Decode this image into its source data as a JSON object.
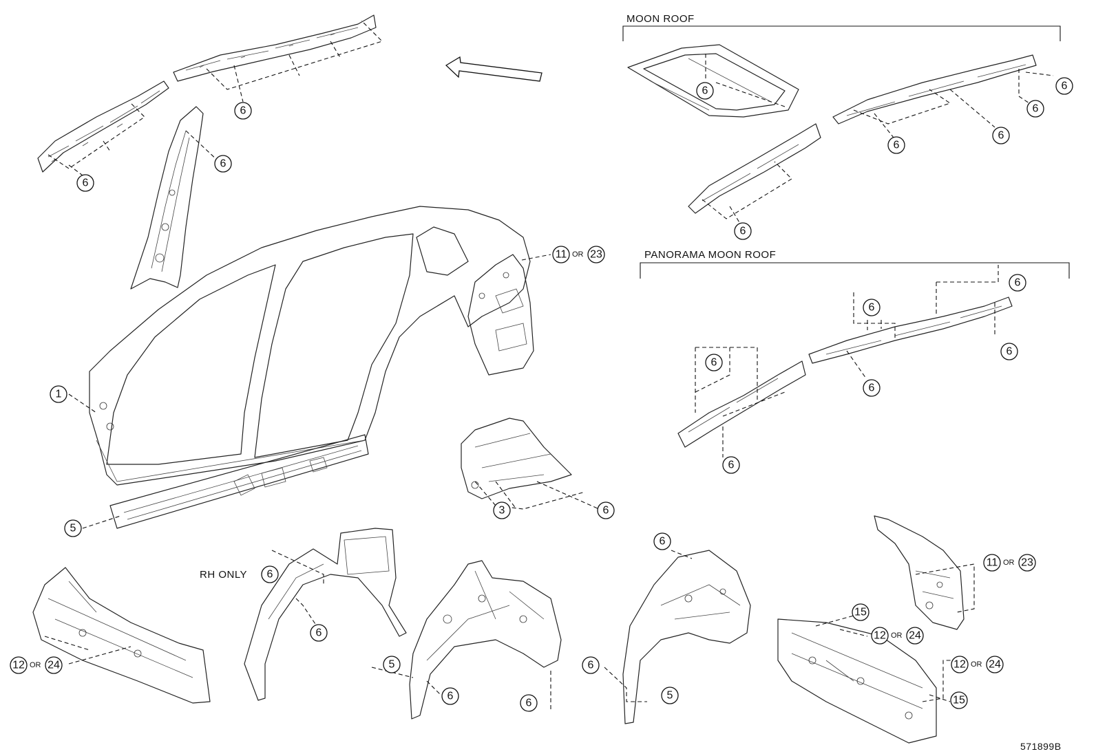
{
  "sections": {
    "moon_roof": "MOON ROOF",
    "panorama_moon_roof": "PANORAMA MOON ROOF"
  },
  "rh_only": "RH ONLY",
  "or_text": "OR",
  "figure_code": "571899B",
  "callouts": [
    {
      "id": "c-roofrail-r",
      "num": "6"
    },
    {
      "id": "c-roofrail-l",
      "num": "6"
    },
    {
      "id": "c-pillar",
      "num": "6"
    },
    {
      "id": "c-sideouter",
      "num": "1"
    },
    {
      "id": "c-quarter",
      "num": "11",
      "alt": "23"
    },
    {
      "id": "c-rocker",
      "num": "5"
    },
    {
      "id": "c-floor-3",
      "num": "3"
    },
    {
      "id": "c-floor-6",
      "num": "6"
    },
    {
      "id": "c-moon-frame",
      "num": "6"
    },
    {
      "id": "c-moon-rail-a",
      "num": "6"
    },
    {
      "id": "c-moon-rail-b",
      "num": "6"
    },
    {
      "id": "c-moon-rail-c",
      "num": "6"
    },
    {
      "id": "c-moon-rail-d",
      "num": "6"
    },
    {
      "id": "c-moon-rail-e",
      "num": "6"
    },
    {
      "id": "c-pano-a",
      "num": "6"
    },
    {
      "id": "c-pano-b",
      "num": "6"
    },
    {
      "id": "c-pano-c",
      "num": "6"
    },
    {
      "id": "c-pano-d",
      "num": "6"
    },
    {
      "id": "c-pano-e",
      "num": "6"
    },
    {
      "id": "c-pano-f",
      "num": "6"
    },
    {
      "id": "c-cowl",
      "num": "12",
      "alt": "24"
    },
    {
      "id": "c-rhonly",
      "num": "6"
    },
    {
      "id": "c-wheel-6",
      "num": "6"
    },
    {
      "id": "c-inner-5",
      "num": "5"
    },
    {
      "id": "c-inner-6a",
      "num": "6"
    },
    {
      "id": "c-inner-6b",
      "num": "6"
    },
    {
      "id": "c-housing-6a",
      "num": "6"
    },
    {
      "id": "c-housing-6b",
      "num": "6"
    },
    {
      "id": "c-housing-5",
      "num": "5"
    },
    {
      "id": "c-back-15a",
      "num": "15"
    },
    {
      "id": "c-back-12a",
      "num": "12",
      "alt": "24"
    },
    {
      "id": "c-back-12b",
      "num": "12",
      "alt": "24"
    },
    {
      "id": "c-back-15b",
      "num": "15"
    },
    {
      "id": "c-pillar-rear",
      "num": "11",
      "alt": "23"
    }
  ]
}
